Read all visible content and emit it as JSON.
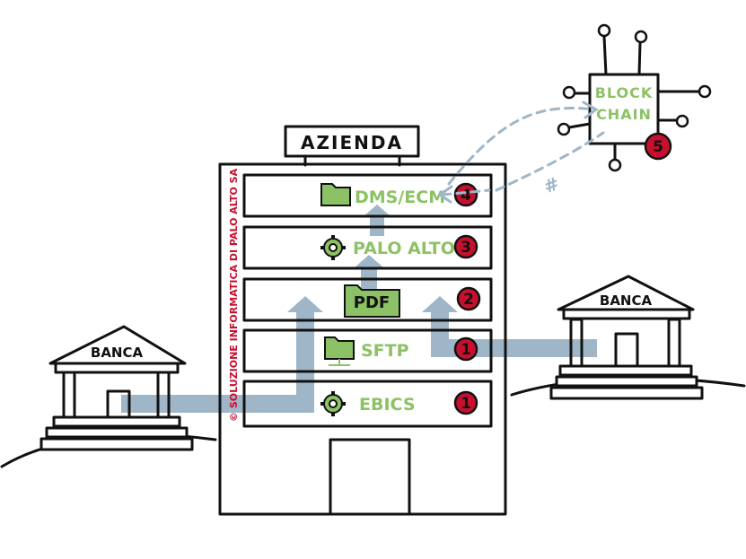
{
  "company_label": "AZIENDA",
  "copyright_text": "© SOLUZIONE INFORMATICA DI PALO ALTO SA",
  "bank_left_label": "BANCA",
  "bank_right_label": "BANCA",
  "blockchain": {
    "line1": "BLOCK",
    "line2": "CHAIN",
    "badge": "5"
  },
  "hash_symbol": "#",
  "floors": [
    {
      "label": "DMS/ECM",
      "badge": "4",
      "icon": "folder-icon"
    },
    {
      "label": "PALO ALTO",
      "badge": "3",
      "icon": "gear-icon"
    },
    {
      "label": "PDF",
      "badge": "2",
      "icon": "pdf-folder-icon"
    },
    {
      "label": "SFTP",
      "badge": "1",
      "icon": "network-folder-icon"
    },
    {
      "label": "EBICS",
      "badge": "1",
      "icon": "gear-icon"
    }
  ],
  "colors": {
    "green": "#8cc265",
    "flow": "#9fb6c8",
    "badge_red": "#c8102e",
    "ink": "#111111"
  }
}
